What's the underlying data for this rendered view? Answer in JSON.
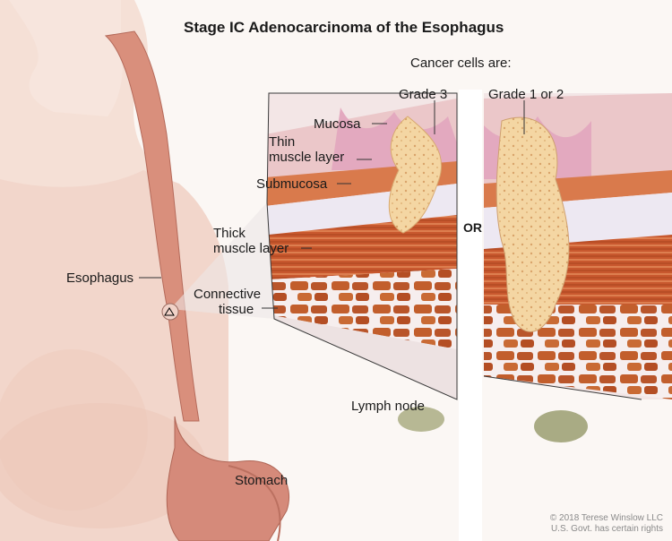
{
  "title": "Stage IC Adenocarcinoma of the Esophagus",
  "cancer_cells_label": "Cancer cells are:",
  "grade_3": "Grade 3",
  "grade_1_2": "Grade 1 or 2",
  "or_text": "OR",
  "layers": {
    "mucosa": "Mucosa",
    "thin_muscle_1": "Thin",
    "thin_muscle_2": "muscle layer",
    "submucosa": "Submucosa",
    "thick_muscle_1": "Thick",
    "thick_muscle_2": "muscle layer",
    "connective_1": "Connective",
    "connective_2": "tissue"
  },
  "esophagus": "Esophagus",
  "lymph_node": "Lymph node",
  "stomach": "Stomach",
  "copyright_1": "© 2018 Terese Winslow LLC",
  "copyright_2": "U.S. Govt. has certain rights",
  "colors": {
    "skin": "#f3dcd2",
    "esophagus": "#d98f7c",
    "muscle": "#c8582e",
    "connective": "#f1ecec",
    "mucosa": "#e3a9bf",
    "tumor": "#f3d7a6"
  }
}
